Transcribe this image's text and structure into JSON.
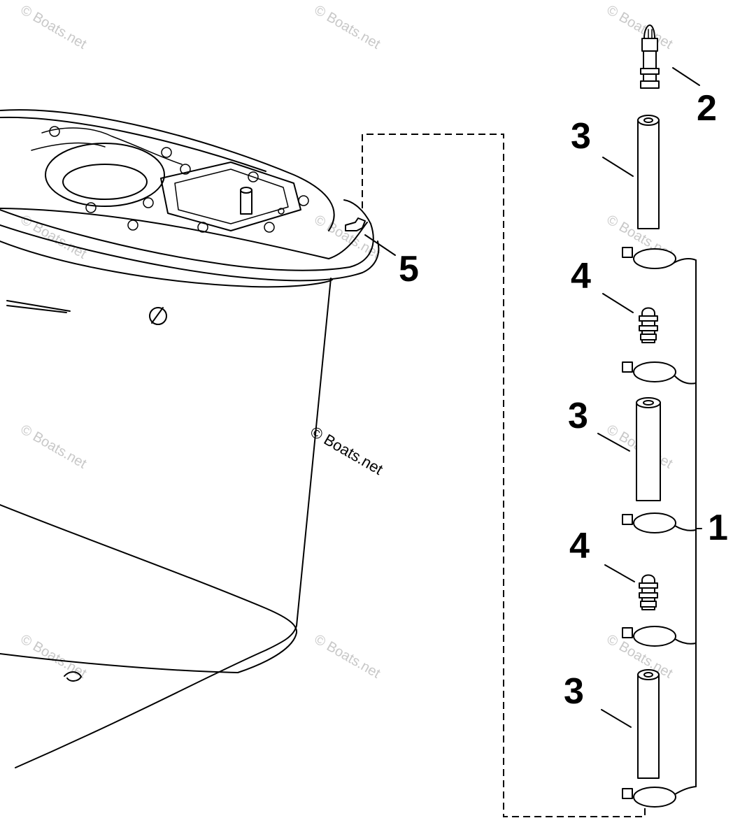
{
  "callouts": {
    "c1": "1",
    "c2": "2",
    "c3a": "3",
    "c3b": "3",
    "c3c": "3",
    "c4a": "4",
    "c4b": "4",
    "c5": "5"
  },
  "watermarks": {
    "text": "© Boats.net",
    "center_text": "© Boats.net"
  }
}
